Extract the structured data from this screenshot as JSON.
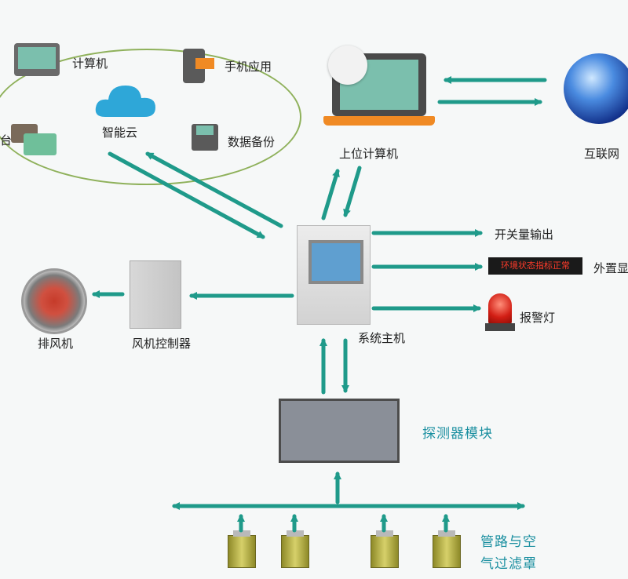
{
  "nodes": {
    "computer": "计算机",
    "mobile_app": "手机应用",
    "smart_cloud": "智能云",
    "platform": "台",
    "data_backup": "数据备份",
    "upper_computer": "上位计算机",
    "internet": "互联网",
    "switch_output": "开关量输出",
    "external_display": "外置显",
    "led_text": "环境状态指标正常",
    "alarm_light": "报警灯",
    "system_host": "系统主机",
    "fan_controller": "风机控制器",
    "exhaust_fan": "排风机",
    "detector_module": "探测器模块",
    "pipe_line1": "管路与空",
    "pipe_line2": "气过滤罩"
  },
  "colors": {
    "arrow": "#1f9a8a",
    "label_teal": "#1a8fa0",
    "ellipse": "#8fb15b",
    "accent_orange": "#f08a24"
  },
  "icons": [
    "computer-icon",
    "phone-icon",
    "cloud-icon",
    "chat-icon",
    "disk-icon",
    "laptop-icon",
    "globe-icon",
    "fan-icon",
    "alarm-light-icon"
  ]
}
